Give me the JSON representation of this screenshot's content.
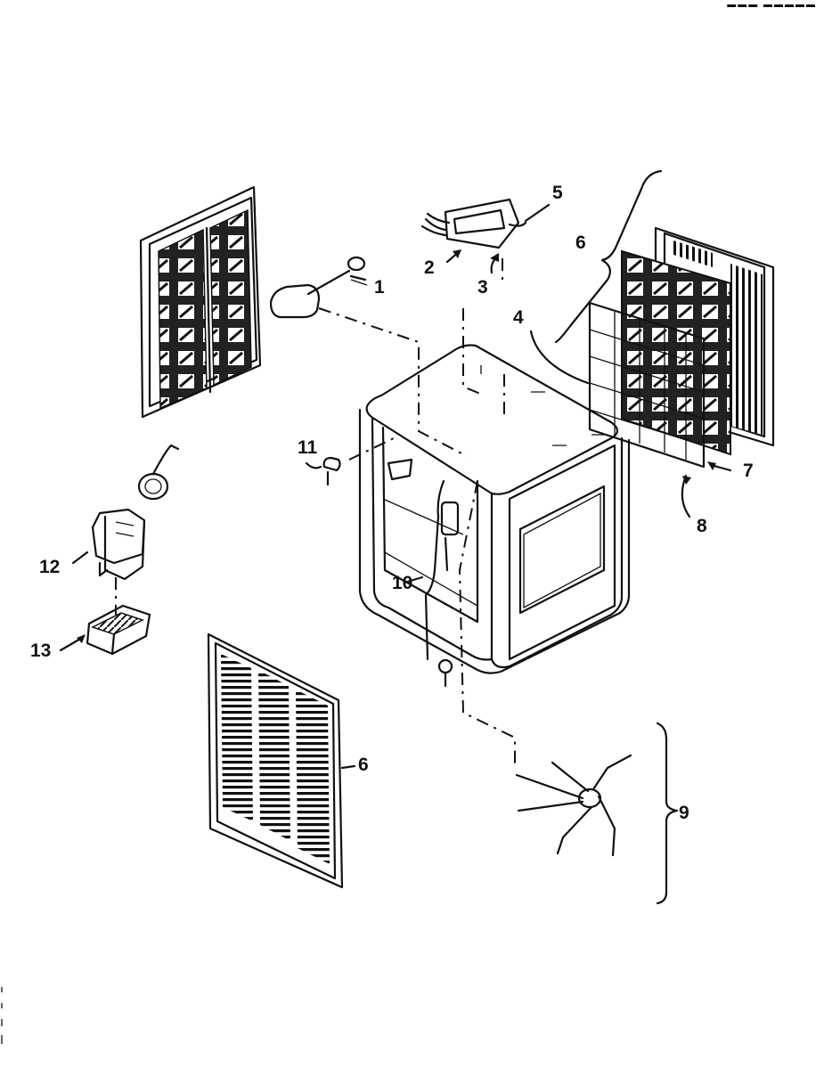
{
  "callouts": {
    "c1": "1",
    "c2": "2",
    "c3": "3",
    "c4": "4",
    "c5": "5",
    "c6_top": "6",
    "c6_grille": "6",
    "c7": "7",
    "c8": "8",
    "c9": "9",
    "c10": "10",
    "c11": "11",
    "c12": "12",
    "c13": "13"
  },
  "parts": [
    "side-pad-frame-left",
    "float-switch",
    "control-assembly",
    "rear-pad-assembly",
    "cabinet",
    "front-grille",
    "blower-wheel",
    "pump-tube",
    "clip",
    "motor",
    "motor-switch-box"
  ]
}
